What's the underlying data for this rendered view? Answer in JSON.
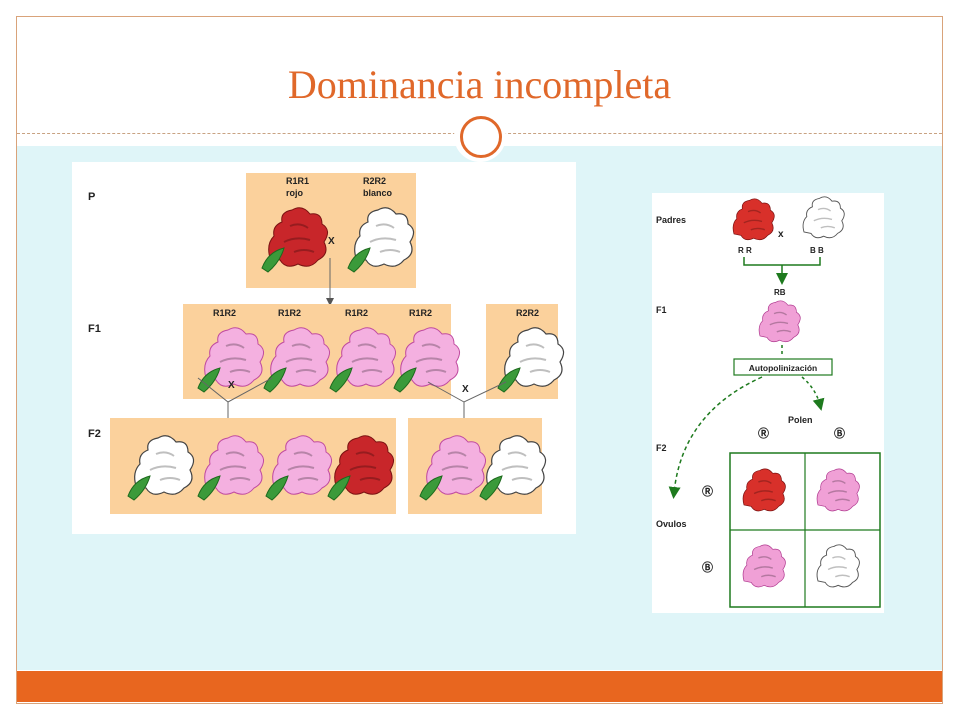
{
  "slide": {
    "title": "Dominancia incompleta",
    "colors": {
      "accent": "#e0682a",
      "bar": "#e8661f",
      "background": "#dff5f8",
      "panel": "#fbd19c"
    }
  },
  "left_diagram": {
    "gen_p": "P",
    "gen_f1": "F1",
    "gen_f2": "F2",
    "p_red_genotype": "R1R1",
    "p_red_color": "rojo",
    "p_white_genotype": "R2R2",
    "p_white_color": "blanco",
    "cross_symbol": "X",
    "f1_pink_genotypes": [
      "R1R2",
      "R1R2",
      "R1R2",
      "R1R2"
    ],
    "f1_white_genotype": "R2R2"
  },
  "right_diagram": {
    "padres_label": "Padres",
    "cross_symbol": "x",
    "parent_red_genotype": "R R",
    "parent_white_genotype": "B B",
    "f1_label": "F1",
    "f1_genotype": "RB",
    "autopol_label": "Autopolinización",
    "polen_label": "Polen",
    "polen_alleles": [
      "Ⓡ",
      "Ⓑ"
    ],
    "f2_label": "F2",
    "ovulos_label": "Ovulos",
    "ovulos_alleles": [
      "Ⓡ",
      "Ⓑ"
    ]
  }
}
